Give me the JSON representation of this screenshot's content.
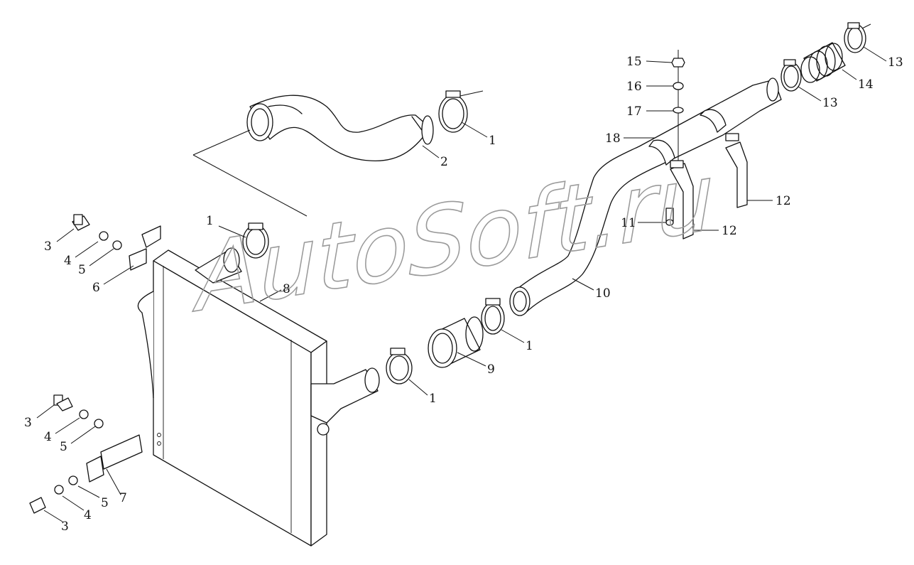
{
  "watermark": "AutoSoft.ru",
  "callouts": [
    {
      "label": "1"
    },
    {
      "label": "2"
    },
    {
      "label": "1"
    },
    {
      "label": "3"
    },
    {
      "label": "4"
    },
    {
      "label": "5"
    },
    {
      "label": "6"
    },
    {
      "label": "8"
    },
    {
      "label": "1"
    },
    {
      "label": "9"
    },
    {
      "label": "1"
    },
    {
      "label": "10"
    },
    {
      "label": "3"
    },
    {
      "label": "4"
    },
    {
      "label": "5"
    },
    {
      "label": "7"
    },
    {
      "label": "5"
    },
    {
      "label": "4"
    },
    {
      "label": "3"
    },
    {
      "label": "15"
    },
    {
      "label": "16"
    },
    {
      "label": "17"
    },
    {
      "label": "18"
    },
    {
      "label": "11"
    },
    {
      "label": "12"
    },
    {
      "label": "12"
    },
    {
      "label": "13"
    },
    {
      "label": "14"
    },
    {
      "label": "13"
    }
  ]
}
